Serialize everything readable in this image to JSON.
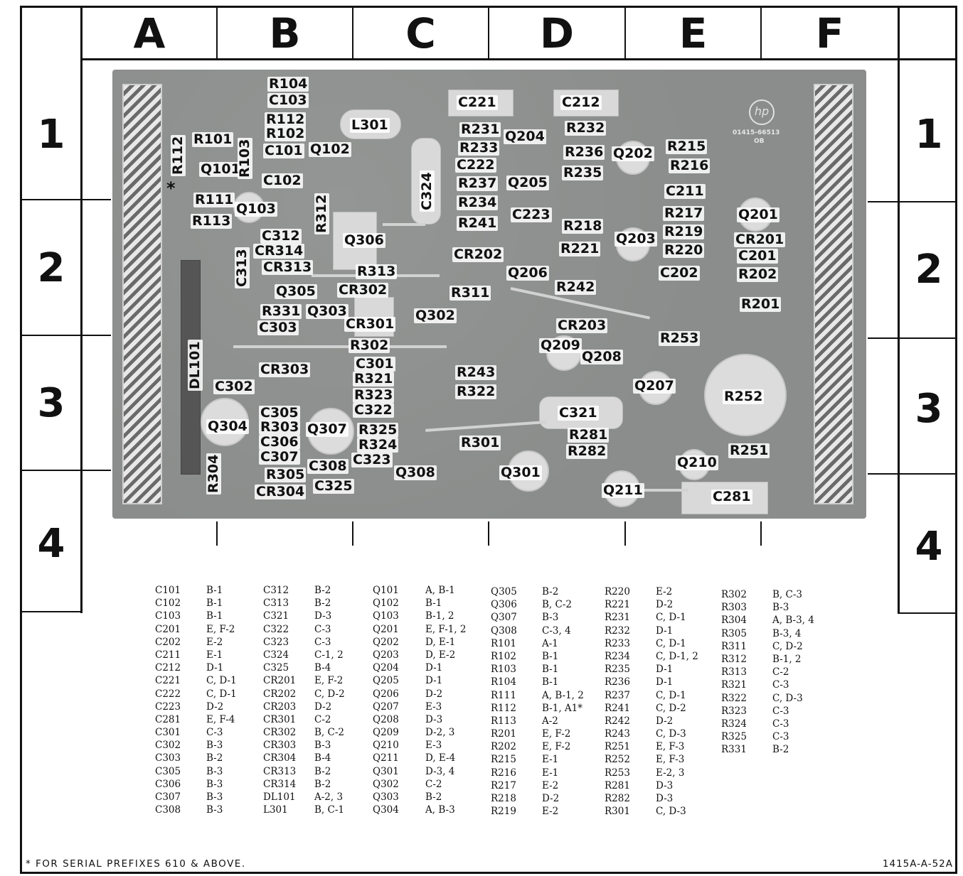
{
  "grid": {
    "columns": [
      "A",
      "B",
      "C",
      "D",
      "E",
      "F"
    ],
    "rows": [
      "1",
      "2",
      "3",
      "4"
    ]
  },
  "board": {
    "logo_text": "hp",
    "part_number": "01415-66513",
    "part_suffix": "OB"
  },
  "component_labels": [
    "R104",
    "C103",
    "R112",
    "R102",
    "C101",
    "R101",
    "Q101",
    "R103",
    "C102",
    "R112",
    "R111",
    "R113",
    "Q103",
    "Q102",
    "L301",
    "C324",
    "C221",
    "C212",
    "R231",
    "Q204",
    "R232",
    "R233",
    "R236",
    "Q202",
    "R215",
    "C222",
    "R235",
    "R216",
    "R237",
    "Q205",
    "C211",
    "R234",
    "C223",
    "R217",
    "Q201",
    "R241",
    "R218",
    "R219",
    "Q203",
    "CR201",
    "R312",
    "Q306",
    "C312",
    "CR314",
    "CR313",
    "C313",
    "R313",
    "CR202",
    "R221",
    "R220",
    "C201",
    "R202",
    "Q206",
    "C202",
    "Q305",
    "CR302",
    "R311",
    "R242",
    "R201",
    "R331",
    "Q303",
    "Q302",
    "C303",
    "CR301",
    "CR203",
    "R253",
    "Q209",
    "Q208",
    "R302",
    "DL101",
    "C301",
    "CR303",
    "R321",
    "R243",
    "Q207",
    "R252",
    "C302",
    "R323",
    "R322",
    "C322",
    "C321",
    "C305",
    "Q304",
    "R303",
    "Q307",
    "R325",
    "R281",
    "C306",
    "R324",
    "R301",
    "R282",
    "R251",
    "C307",
    "C323",
    "Q210",
    "R304",
    "R305",
    "C308",
    "Q308",
    "Q301",
    "Q211",
    "CR304",
    "C325",
    "C281"
  ],
  "asterisk_symbol": "*",
  "location_table": [
    [
      [
        "C101",
        "B-1"
      ],
      [
        "C102",
        "B-1"
      ],
      [
        "C103",
        "B-1"
      ],
      [
        "C201",
        "E, F-2"
      ],
      [
        "C202",
        "E-2"
      ],
      [
        "C211",
        "E-1"
      ],
      [
        "C212",
        "D-1"
      ],
      [
        "C221",
        "C, D-1"
      ],
      [
        "C222",
        "C, D-1"
      ],
      [
        "C223",
        "D-2"
      ],
      [
        "C281",
        "E, F-4"
      ],
      [
        "C301",
        "C-3"
      ],
      [
        "C302",
        "B-3"
      ],
      [
        "C303",
        "B-2"
      ],
      [
        "C305",
        "B-3"
      ],
      [
        "C306",
        "B-3"
      ],
      [
        "C307",
        "B-3"
      ],
      [
        "C308",
        "B-3"
      ]
    ],
    [
      [
        "C312",
        "B-2"
      ],
      [
        "C313",
        "B-2"
      ],
      [
        "C321",
        "D-3"
      ],
      [
        "C322",
        "C-3"
      ],
      [
        "C323",
        "C-3"
      ],
      [
        "C324",
        "C-1, 2"
      ],
      [
        "C325",
        "B-4"
      ],
      [
        "CR201",
        "E, F-2"
      ],
      [
        "CR202",
        "C, D-2"
      ],
      [
        "CR203",
        "D-2"
      ],
      [
        "CR301",
        "C-2"
      ],
      [
        "CR302",
        "B, C-2"
      ],
      [
        "CR303",
        "B-3"
      ],
      [
        "CR304",
        "B-4"
      ],
      [
        "CR313",
        "B-2"
      ],
      [
        "CR314",
        "B-2"
      ],
      [
        "DL101",
        "A-2, 3"
      ],
      [
        "L301",
        "B, C-1"
      ]
    ],
    [
      [
        "Q101",
        "A, B-1"
      ],
      [
        "Q102",
        "B-1"
      ],
      [
        "Q103",
        "B-1, 2"
      ],
      [
        "Q201",
        "E, F-1, 2"
      ],
      [
        "Q202",
        "D, E-1"
      ],
      [
        "Q203",
        "D, E-2"
      ],
      [
        "Q204",
        "D-1"
      ],
      [
        "Q205",
        "D-1"
      ],
      [
        "Q206",
        "D-2"
      ],
      [
        "Q207",
        "E-3"
      ],
      [
        "Q208",
        "D-3"
      ],
      [
        "Q209",
        "D-2, 3"
      ],
      [
        "Q210",
        "E-3"
      ],
      [
        "Q211",
        "D, E-4"
      ],
      [
        "Q301",
        "D-3, 4"
      ],
      [
        "Q302",
        "C-2"
      ],
      [
        "Q303",
        "B-2"
      ],
      [
        "Q304",
        "A, B-3"
      ]
    ],
    [
      [
        "Q305",
        "B-2"
      ],
      [
        "Q306",
        "B, C-2"
      ],
      [
        "Q307",
        "B-3"
      ],
      [
        "Q308",
        "C-3, 4"
      ],
      [
        "R101",
        "A-1"
      ],
      [
        "R102",
        "B-1"
      ],
      [
        "R103",
        "B-1"
      ],
      [
        "R104",
        "B-1"
      ],
      [
        "R111",
        "A, B-1, 2"
      ],
      [
        "R112",
        "B-1, A1*"
      ],
      [
        "R113",
        "A-2"
      ],
      [
        "R201",
        "E, F-2"
      ],
      [
        "R202",
        "E, F-2"
      ],
      [
        "R215",
        "E-1"
      ],
      [
        "R216",
        "E-1"
      ],
      [
        "R217",
        "E-2"
      ],
      [
        "R218",
        "D-2"
      ],
      [
        "R219",
        "E-2"
      ]
    ],
    [
      [
        "R220",
        "E-2"
      ],
      [
        "R221",
        "D-2"
      ],
      [
        "R231",
        "C, D-1"
      ],
      [
        "R232",
        "D-1"
      ],
      [
        "R233",
        "C, D-1"
      ],
      [
        "R234",
        "C, D-1, 2"
      ],
      [
        "R235",
        "D-1"
      ],
      [
        "R236",
        "D-1"
      ],
      [
        "R237",
        "C, D-1"
      ],
      [
        "R241",
        "C, D-2"
      ],
      [
        "R242",
        "D-2"
      ],
      [
        "R243",
        "C, D-3"
      ],
      [
        "R251",
        "E, F-3"
      ],
      [
        "R252",
        "E, F-3"
      ],
      [
        "R253",
        "E-2, 3"
      ],
      [
        "R281",
        "D-3"
      ],
      [
        "R282",
        "D-3"
      ],
      [
        "R301",
        "C, D-3"
      ]
    ],
    [
      [
        "R302",
        "B, C-3"
      ],
      [
        "R303",
        "B-3"
      ],
      [
        "R304",
        "A, B-3, 4"
      ],
      [
        "R305",
        "B-3, 4"
      ],
      [
        "R311",
        "C, D-2"
      ],
      [
        "R312",
        "B-1, 2"
      ],
      [
        "R313",
        "C-2"
      ],
      [
        "R321",
        "C-3"
      ],
      [
        "R322",
        "C, D-3"
      ],
      [
        "R323",
        "C-3"
      ],
      [
        "R324",
        "C-3"
      ],
      [
        "R325",
        "C-3"
      ],
      [
        "R331",
        "B-2"
      ]
    ]
  ],
  "footnote": "* FOR SERIAL  PREFIXES 610 & ABOVE.",
  "drawing_number": "1415A-A-52A"
}
